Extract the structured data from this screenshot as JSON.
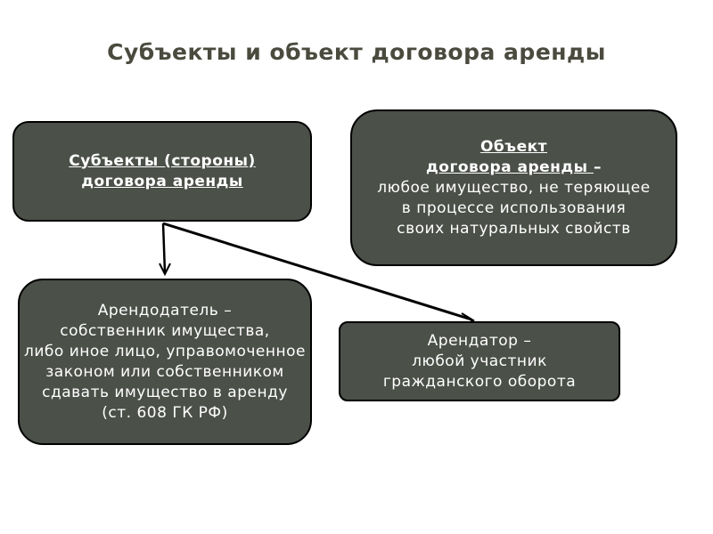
{
  "title": "Субъекты и объект договора аренды",
  "subjects": {
    "line1": "Субъекты (стороны) ",
    "line2": "договора аренды"
  },
  "object": {
    "line1": "Объект",
    "line2": "договора аренды ",
    "dash": "–",
    "line3": "любое имущество, не теряющее",
    "line4": "в процессе использования",
    "line5": "своих натуральных свойств"
  },
  "lessor": {
    "line1": "Арендодатель –",
    "line2": "собственник имущества,",
    "line3": "либо иное лицо, управомоченное",
    "line4": "законом или собственником",
    "line5": "сдавать имущество в аренду",
    "line6": "(ст. 608 ГК РФ)"
  },
  "lessee": {
    "line1": "Арендатор –",
    "line2": "любой участник",
    "line3": "гражданского оборота"
  },
  "colors": {
    "box_fill": "#4b5048",
    "box_text": "#ffffff",
    "title_text": "#4a4a3e",
    "connector": "#000000"
  }
}
